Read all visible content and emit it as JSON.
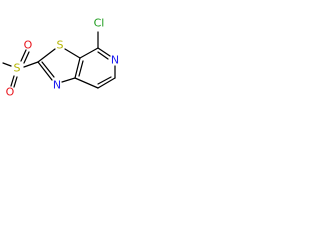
{
  "molecule": {
    "atoms": {
      "o_upper": {
        "symbol": "O",
        "color": "#e8141c"
      },
      "o_lower": {
        "symbol": "O",
        "color": "#e8141c"
      },
      "s_sulfonyl": {
        "symbol": "S",
        "color": "#b4b400"
      },
      "s_ring": {
        "symbol": "S",
        "color": "#b4b400"
      },
      "n_imine": {
        "symbol": "N",
        "color": "#1d1df0"
      },
      "n_pyridine": {
        "symbol": "N",
        "color": "#1d1df0"
      },
      "cl": {
        "symbol": "Cl",
        "color": "#1d9c1d"
      }
    },
    "bond_color": "#000000"
  }
}
